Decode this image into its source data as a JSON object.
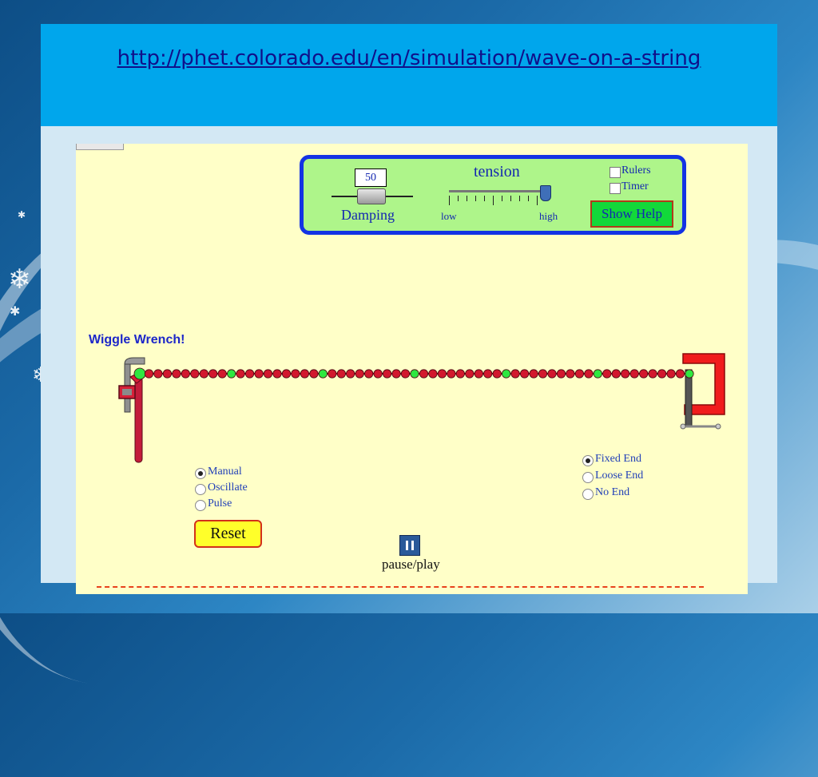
{
  "slide": {
    "url": "http://phet.colorado.edu/en/simulation/wave-on-a-string"
  },
  "controls": {
    "damping_value": "50",
    "damping_label": "Damping",
    "tension_label": "tension",
    "tension_low": "low",
    "tension_high": "high",
    "tension_level": 0.97,
    "rulers_label": "Rulers",
    "timer_label": "Timer",
    "rulers_checked": false,
    "timer_checked": false,
    "help_label": "Show Help"
  },
  "wrench": {
    "title": "Wiggle Wrench!"
  },
  "modes": [
    {
      "label": "Manual",
      "selected": true
    },
    {
      "label": "Oscillate",
      "selected": false
    },
    {
      "label": "Pulse",
      "selected": false
    }
  ],
  "end_modes": [
    {
      "label": "Fixed End",
      "selected": true
    },
    {
      "label": "Loose End",
      "selected": false
    },
    {
      "label": "No End",
      "selected": false
    }
  ],
  "buttons": {
    "reset": "Reset",
    "pause_play": "pause/play"
  },
  "colors": {
    "bead_red": "#d2182e",
    "bead_green": "#2ee840",
    "clamp_red": "#f01c1c",
    "panel_bg": "#aef58a",
    "panel_border": "#1333e4",
    "sim_bg": "#ffffc8",
    "title_bar": "#00a6ec"
  },
  "icons": {
    "wrench": "pipe-wrench-icon",
    "clamp": "c-clamp-icon",
    "pause": "pause-icon",
    "snowflake": "snowflake-icon"
  }
}
